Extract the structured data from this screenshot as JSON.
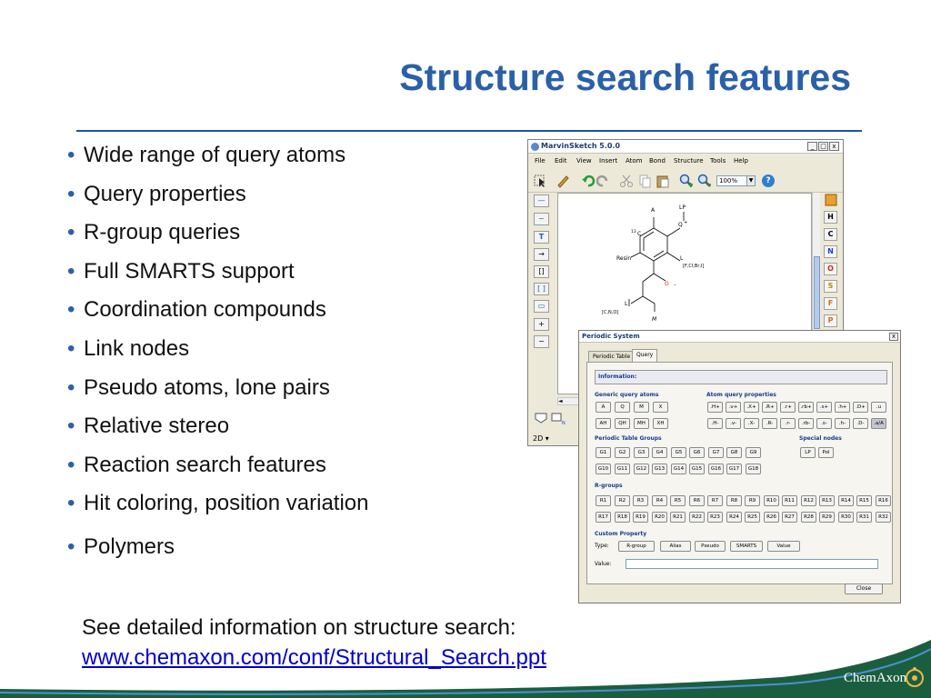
{
  "slide": {
    "title": "Structure search features",
    "bullets": [
      "Wide range of query atoms",
      "Query properties",
      "R-group queries",
      "Full SMARTS support",
      "Coordination compounds",
      "Link nodes",
      "Pseudo atoms, lone pairs",
      "Relative stereo",
      "Reaction search features",
      "Hit coloring, position variation",
      "Polymers"
    ],
    "bullet_symbol": "•",
    "see_text": "See detailed information on structure search:",
    "link_text": "www.chemaxon.com/conf/Structural_Search.ppt",
    "logo_text": "ChemAxon"
  },
  "colors": {
    "title": "#2a60a8",
    "rule": "#1f5499",
    "link": "#0000cc",
    "wave": "#1b5e3f"
  },
  "marvin": {
    "window_title": "MarvinSketch 5.0.0",
    "menu": [
      "File",
      "Edit",
      "View",
      "Insert",
      "Atom",
      "Bond",
      "Structure",
      "Tools",
      "Help"
    ],
    "zoom": "100%",
    "help_glyph": "?",
    "window_buttons": [
      "_",
      "□",
      "x"
    ],
    "left_tools": [
      "—",
      "~",
      "T",
      "→",
      "[]",
      "[ ]",
      "▭",
      "+",
      "−"
    ],
    "right_elements": [
      "H",
      "C",
      "N",
      "O",
      "S",
      "F",
      "P"
    ],
    "molecule_labels": {
      "A": "A",
      "LP": "LP",
      "Q": "Q",
      "isotope": "13",
      "C": "C",
      "Resin": "Resin",
      "L1": "L",
      "list1": "[F,Cl,Br,I]",
      "O": "O",
      "L2": "L",
      "list2": "[C,N,O]",
      "M": "M"
    },
    "mode": "2D"
  },
  "periodic": {
    "title": "Periodic System",
    "close_x": "x",
    "tabs": [
      "Periodic Table",
      "Query"
    ],
    "info_label": "Information:",
    "generic_label": "Generic query atoms",
    "generic_row1": [
      "A",
      "Q",
      "M",
      "X"
    ],
    "generic_row2": [
      "AH",
      "QH",
      "MH",
      "XH"
    ],
    "atomq_label": "Atom query properties",
    "atomq_row1": [
      ".H+",
      ".v+",
      ".X+",
      ".R+",
      ".r+",
      ".rb+",
      ".s+",
      ".h+",
      ".D+",
      ".u"
    ],
    "atomq_row2": [
      ".H-",
      ".v-",
      ".X-",
      ".R-",
      ".r-",
      ".rb-",
      ".s-",
      ".h-",
      ".D-",
      ".a/A"
    ],
    "groups_label": "Periodic Table Groups",
    "groups_row1": [
      "G1",
      "G2",
      "G3",
      "G4",
      "G5",
      "G6",
      "G7",
      "G8",
      "G9"
    ],
    "groups_row2": [
      "G10",
      "G11",
      "G12",
      "G13",
      "G14",
      "G15",
      "G16",
      "G17",
      "G18"
    ],
    "special_label": "Special nodes",
    "special": [
      "LP",
      "Pol"
    ],
    "rgroups_label": "R-groups",
    "rgroups_row1": [
      "R1",
      "R2",
      "R3",
      "R4",
      "R5",
      "R6",
      "R7",
      "R8",
      "R9",
      "R10",
      "R11",
      "R12",
      "R13",
      "R14",
      "R15",
      "R16"
    ],
    "rgroups_row2": [
      "R17",
      "R18",
      "R19",
      "R20",
      "R21",
      "R22",
      "R23",
      "R24",
      "R25",
      "R26",
      "R27",
      "R28",
      "R29",
      "R30",
      "R31",
      "R32"
    ],
    "custom_label": "Custom Property",
    "type_label": "Type:",
    "type_buttons": [
      "R-group",
      "Alias",
      "Pseudo",
      "SMARTS",
      "Value"
    ],
    "value_label": "Value:",
    "close_label": "Close"
  }
}
